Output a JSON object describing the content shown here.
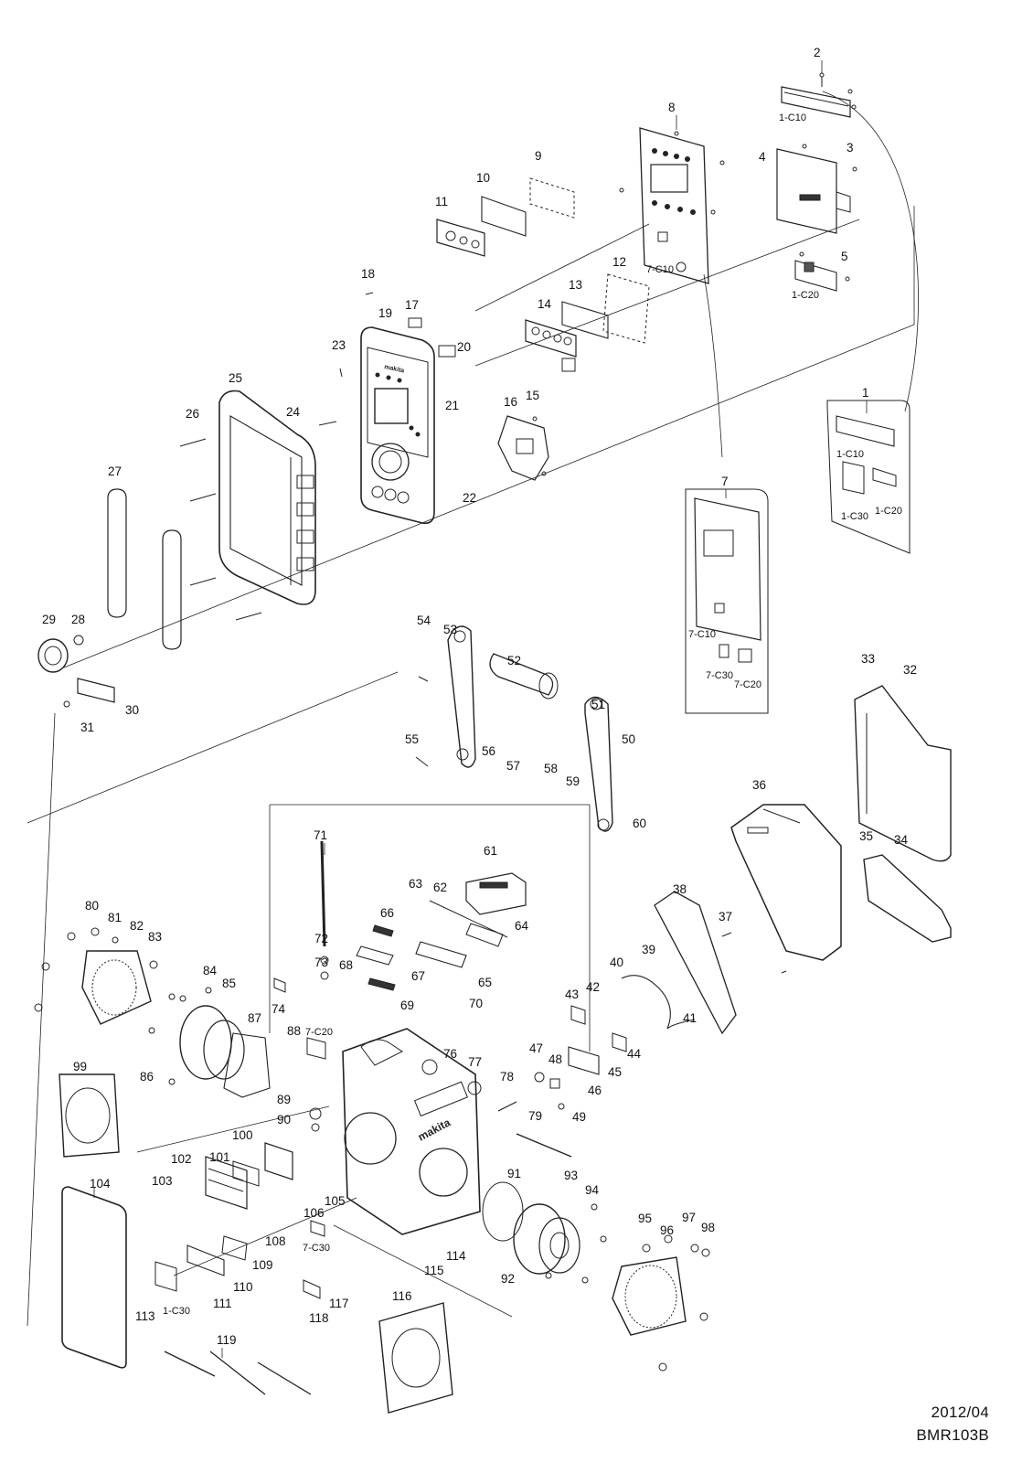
{
  "part_labels": {
    "p1": "1",
    "p2": "2",
    "p3": "3",
    "p4": "4",
    "p5": "5",
    "p7": "7",
    "p8": "8",
    "p9": "9",
    "p10": "10",
    "p11": "11",
    "p12": "12",
    "p13": "13",
    "p14": "14",
    "p15": "15",
    "p16": "16",
    "p17": "17",
    "p18": "18",
    "p19": "19",
    "p20": "20",
    "p21": "21",
    "p22": "22",
    "p23": "23",
    "p24": "24",
    "p25": "25",
    "p26": "26",
    "p27": "27",
    "p28": "28",
    "p29": "29",
    "p30": "30",
    "p31": "31",
    "p32": "32",
    "p33": "33",
    "p34": "34",
    "p35": "35",
    "p36": "36",
    "p37": "37",
    "p38": "38",
    "p39": "39",
    "p40": "40",
    "p41": "41",
    "p42": "42",
    "p43": "43",
    "p44": "44",
    "p45": "45",
    "p46": "46",
    "p47": "47",
    "p48": "48",
    "p49": "49",
    "p50": "50",
    "p51": "51",
    "p52": "52",
    "p53": "53",
    "p54": "54",
    "p55": "55",
    "p56": "56",
    "p57": "57",
    "p58": "58",
    "p59": "59",
    "p60": "60",
    "p61": "61",
    "p62": "62",
    "p63": "63",
    "p64": "64",
    "p65": "65",
    "p66": "66",
    "p67": "67",
    "p68": "68",
    "p69": "69",
    "p70": "70",
    "p71": "71",
    "p72": "72",
    "p73": "73",
    "p74": "74",
    "p76": "76",
    "p77": "77",
    "p78": "78",
    "p79": "79",
    "p80": "80",
    "p81": "81",
    "p82": "82",
    "p83": "83",
    "p84": "84",
    "p85": "85",
    "p86": "86",
    "p87": "87",
    "p88": "88",
    "p89": "89",
    "p90": "90",
    "p91": "91",
    "p92": "92",
    "p93": "93",
    "p94": "94",
    "p95": "95",
    "p96": "96",
    "p97": "97",
    "p98": "98",
    "p99": "99",
    "p100": "100",
    "p101": "101",
    "p102": "102",
    "p103": "103",
    "p104": "104",
    "p105": "105",
    "p106": "106",
    "p108": "108",
    "p109": "109",
    "p110": "110",
    "p111": "111",
    "p113": "113",
    "p114": "114",
    "p115": "115",
    "p116": "116",
    "p117": "117",
    "p118": "118",
    "p119": "119"
  },
  "sub_labels": {
    "c10_top": "1-C10",
    "c20_top": "1-C20",
    "c10_box1": "1-C10",
    "c30_box1": "1-C30",
    "c20_box1": "1-C20",
    "c10_pcb8": "7-C10",
    "c10_box7": "7-C10",
    "c30_box7": "7-C30",
    "c20_box7": "7-C20",
    "c20_88": "7-C20",
    "c30_107": "7-C30",
    "c30_113": "1-C30"
  },
  "brand_marks": {
    "front_logo": "makita",
    "housing_logo": "makita"
  },
  "footer": {
    "date": "2012/04",
    "model": "BMR103B"
  }
}
